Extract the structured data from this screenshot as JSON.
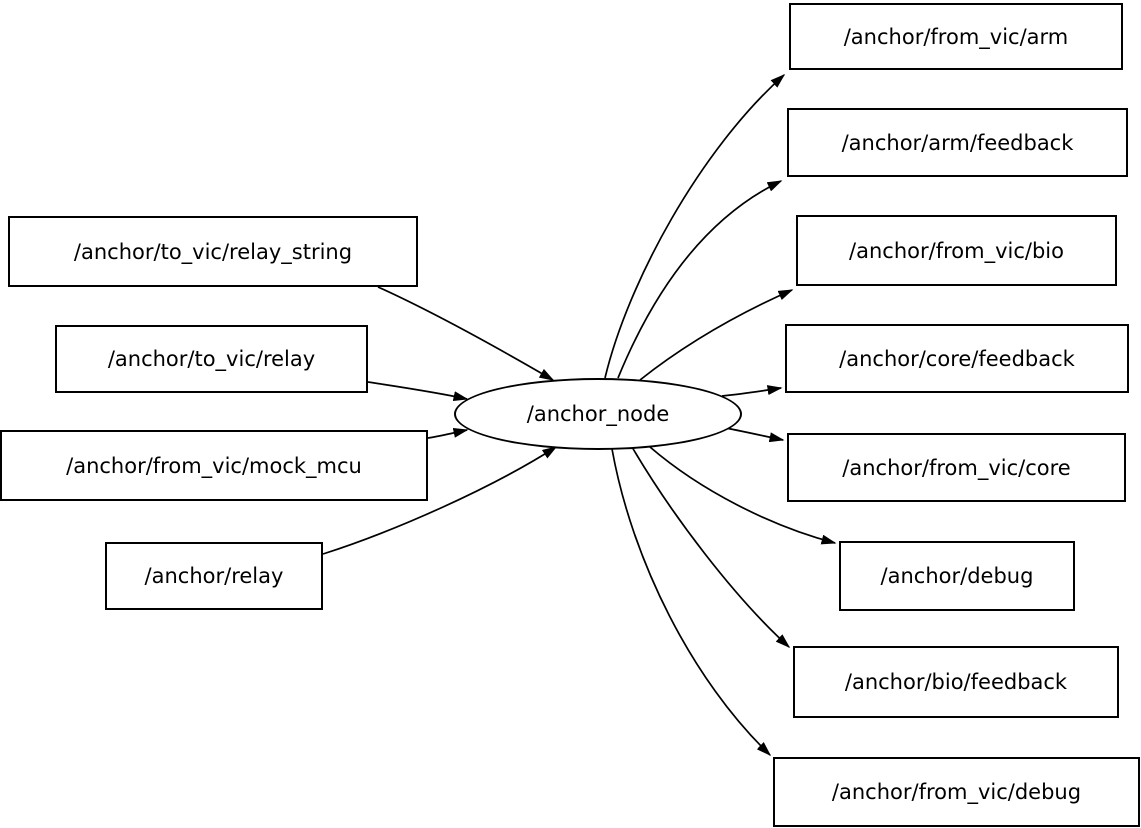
{
  "graph": {
    "title": "ros-node-topic-graph",
    "colors": {
      "background": "#ffffff",
      "node_fill": "#ffffff",
      "stroke": "#000000",
      "text": "#000000"
    },
    "center_node": {
      "label": "/anchor_node",
      "shape": "ellipse"
    },
    "inputs": [
      {
        "label": "/anchor/to_vic/relay_string",
        "shape": "box"
      },
      {
        "label": "/anchor/to_vic/relay",
        "shape": "box"
      },
      {
        "label": "/anchor/from_vic/mock_mcu",
        "shape": "box"
      },
      {
        "label": "/anchor/relay",
        "shape": "box"
      }
    ],
    "outputs": [
      {
        "label": "/anchor/from_vic/arm",
        "shape": "box"
      },
      {
        "label": "/anchor/arm/feedback",
        "shape": "box"
      },
      {
        "label": "/anchor/from_vic/bio",
        "shape": "box"
      },
      {
        "label": "/anchor/core/feedback",
        "shape": "box"
      },
      {
        "label": "/anchor/from_vic/core",
        "shape": "box"
      },
      {
        "label": "/anchor/debug",
        "shape": "box"
      },
      {
        "label": "/anchor/bio/feedback",
        "shape": "box"
      },
      {
        "label": "/anchor/from_vic/debug",
        "shape": "box"
      }
    ],
    "edges": [
      {
        "from": "/anchor/to_vic/relay_string",
        "to": "/anchor_node"
      },
      {
        "from": "/anchor/to_vic/relay",
        "to": "/anchor_node"
      },
      {
        "from": "/anchor/from_vic/mock_mcu",
        "to": "/anchor_node"
      },
      {
        "from": "/anchor/relay",
        "to": "/anchor_node"
      },
      {
        "from": "/anchor_node",
        "to": "/anchor/from_vic/arm"
      },
      {
        "from": "/anchor_node",
        "to": "/anchor/arm/feedback"
      },
      {
        "from": "/anchor_node",
        "to": "/anchor/from_vic/bio"
      },
      {
        "from": "/anchor_node",
        "to": "/anchor/core/feedback"
      },
      {
        "from": "/anchor_node",
        "to": "/anchor/from_vic/core"
      },
      {
        "from": "/anchor_node",
        "to": "/anchor/debug"
      },
      {
        "from": "/anchor_node",
        "to": "/anchor/bio/feedback"
      },
      {
        "from": "/anchor_node",
        "to": "/anchor/from_vic/debug"
      }
    ]
  }
}
